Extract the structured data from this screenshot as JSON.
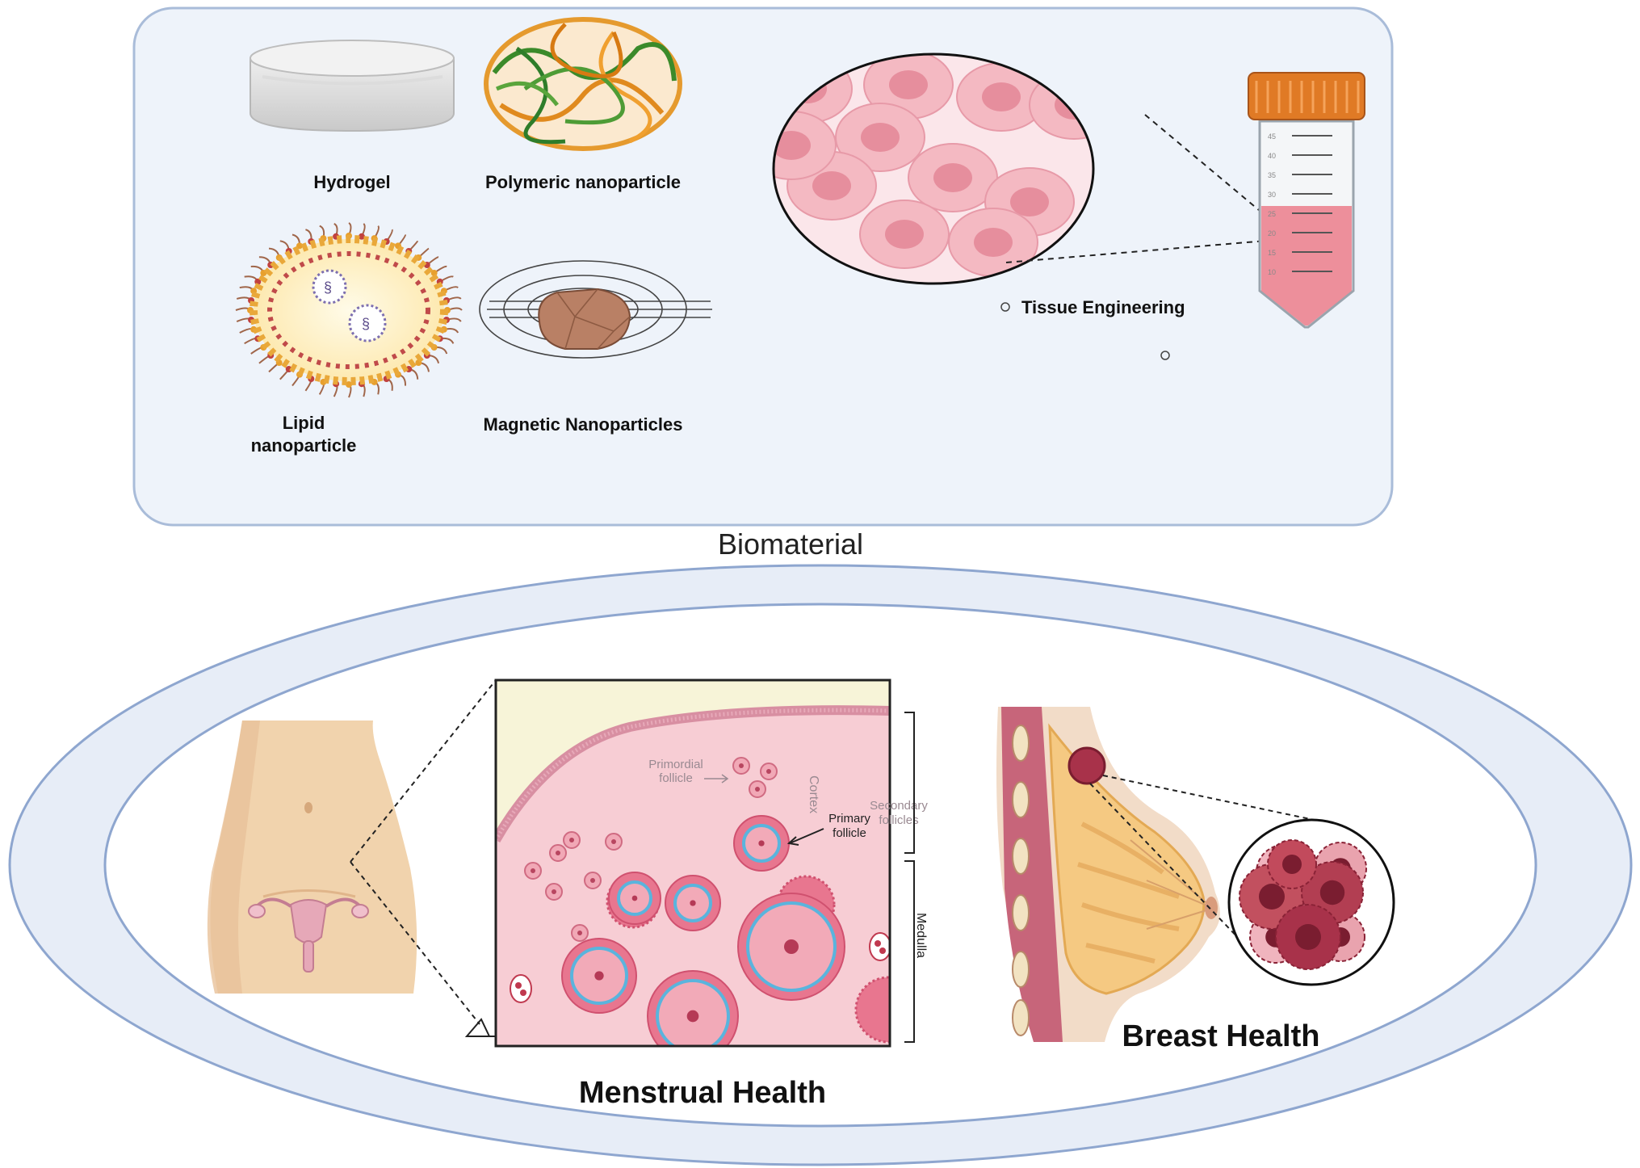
{
  "biomaterial_panel": {
    "caption": "Biomaterial",
    "items": {
      "hydrogel": "Hydrogel",
      "polymeric": "Polymeric nanoparticle",
      "lipid_line1": "Lipid",
      "lipid_line2": "nanoparticle",
      "magnetic": "Magnetic Nanoparticles",
      "tissue": "Tissue Engineering"
    },
    "tube_scale": [
      "45",
      "40",
      "35",
      "30",
      "25",
      "20",
      "15",
      "10"
    ]
  },
  "health_panel": {
    "menstrual": "Menstrual Health",
    "breast": "Breast Health",
    "ovary_labels": {
      "primordial_line1": "Primordial",
      "primordial_line2": "follicle",
      "cortex": "Cortex",
      "secondary_line1": "Secondary",
      "secondary_line2": "follicles",
      "primary_line1": "Primary",
      "primary_line2": "follicle",
      "medulla": "Medulla"
    }
  },
  "colors": {
    "panel_fill": "#eef3fa",
    "panel_stroke": "#a9bcd9",
    "tissue_pink": "#f4c2cb",
    "follicle_pink": "#e8768f",
    "tumor_red": "#a8324a",
    "tube_cap": "#e07a25",
    "skin": "#f1d3ad"
  }
}
